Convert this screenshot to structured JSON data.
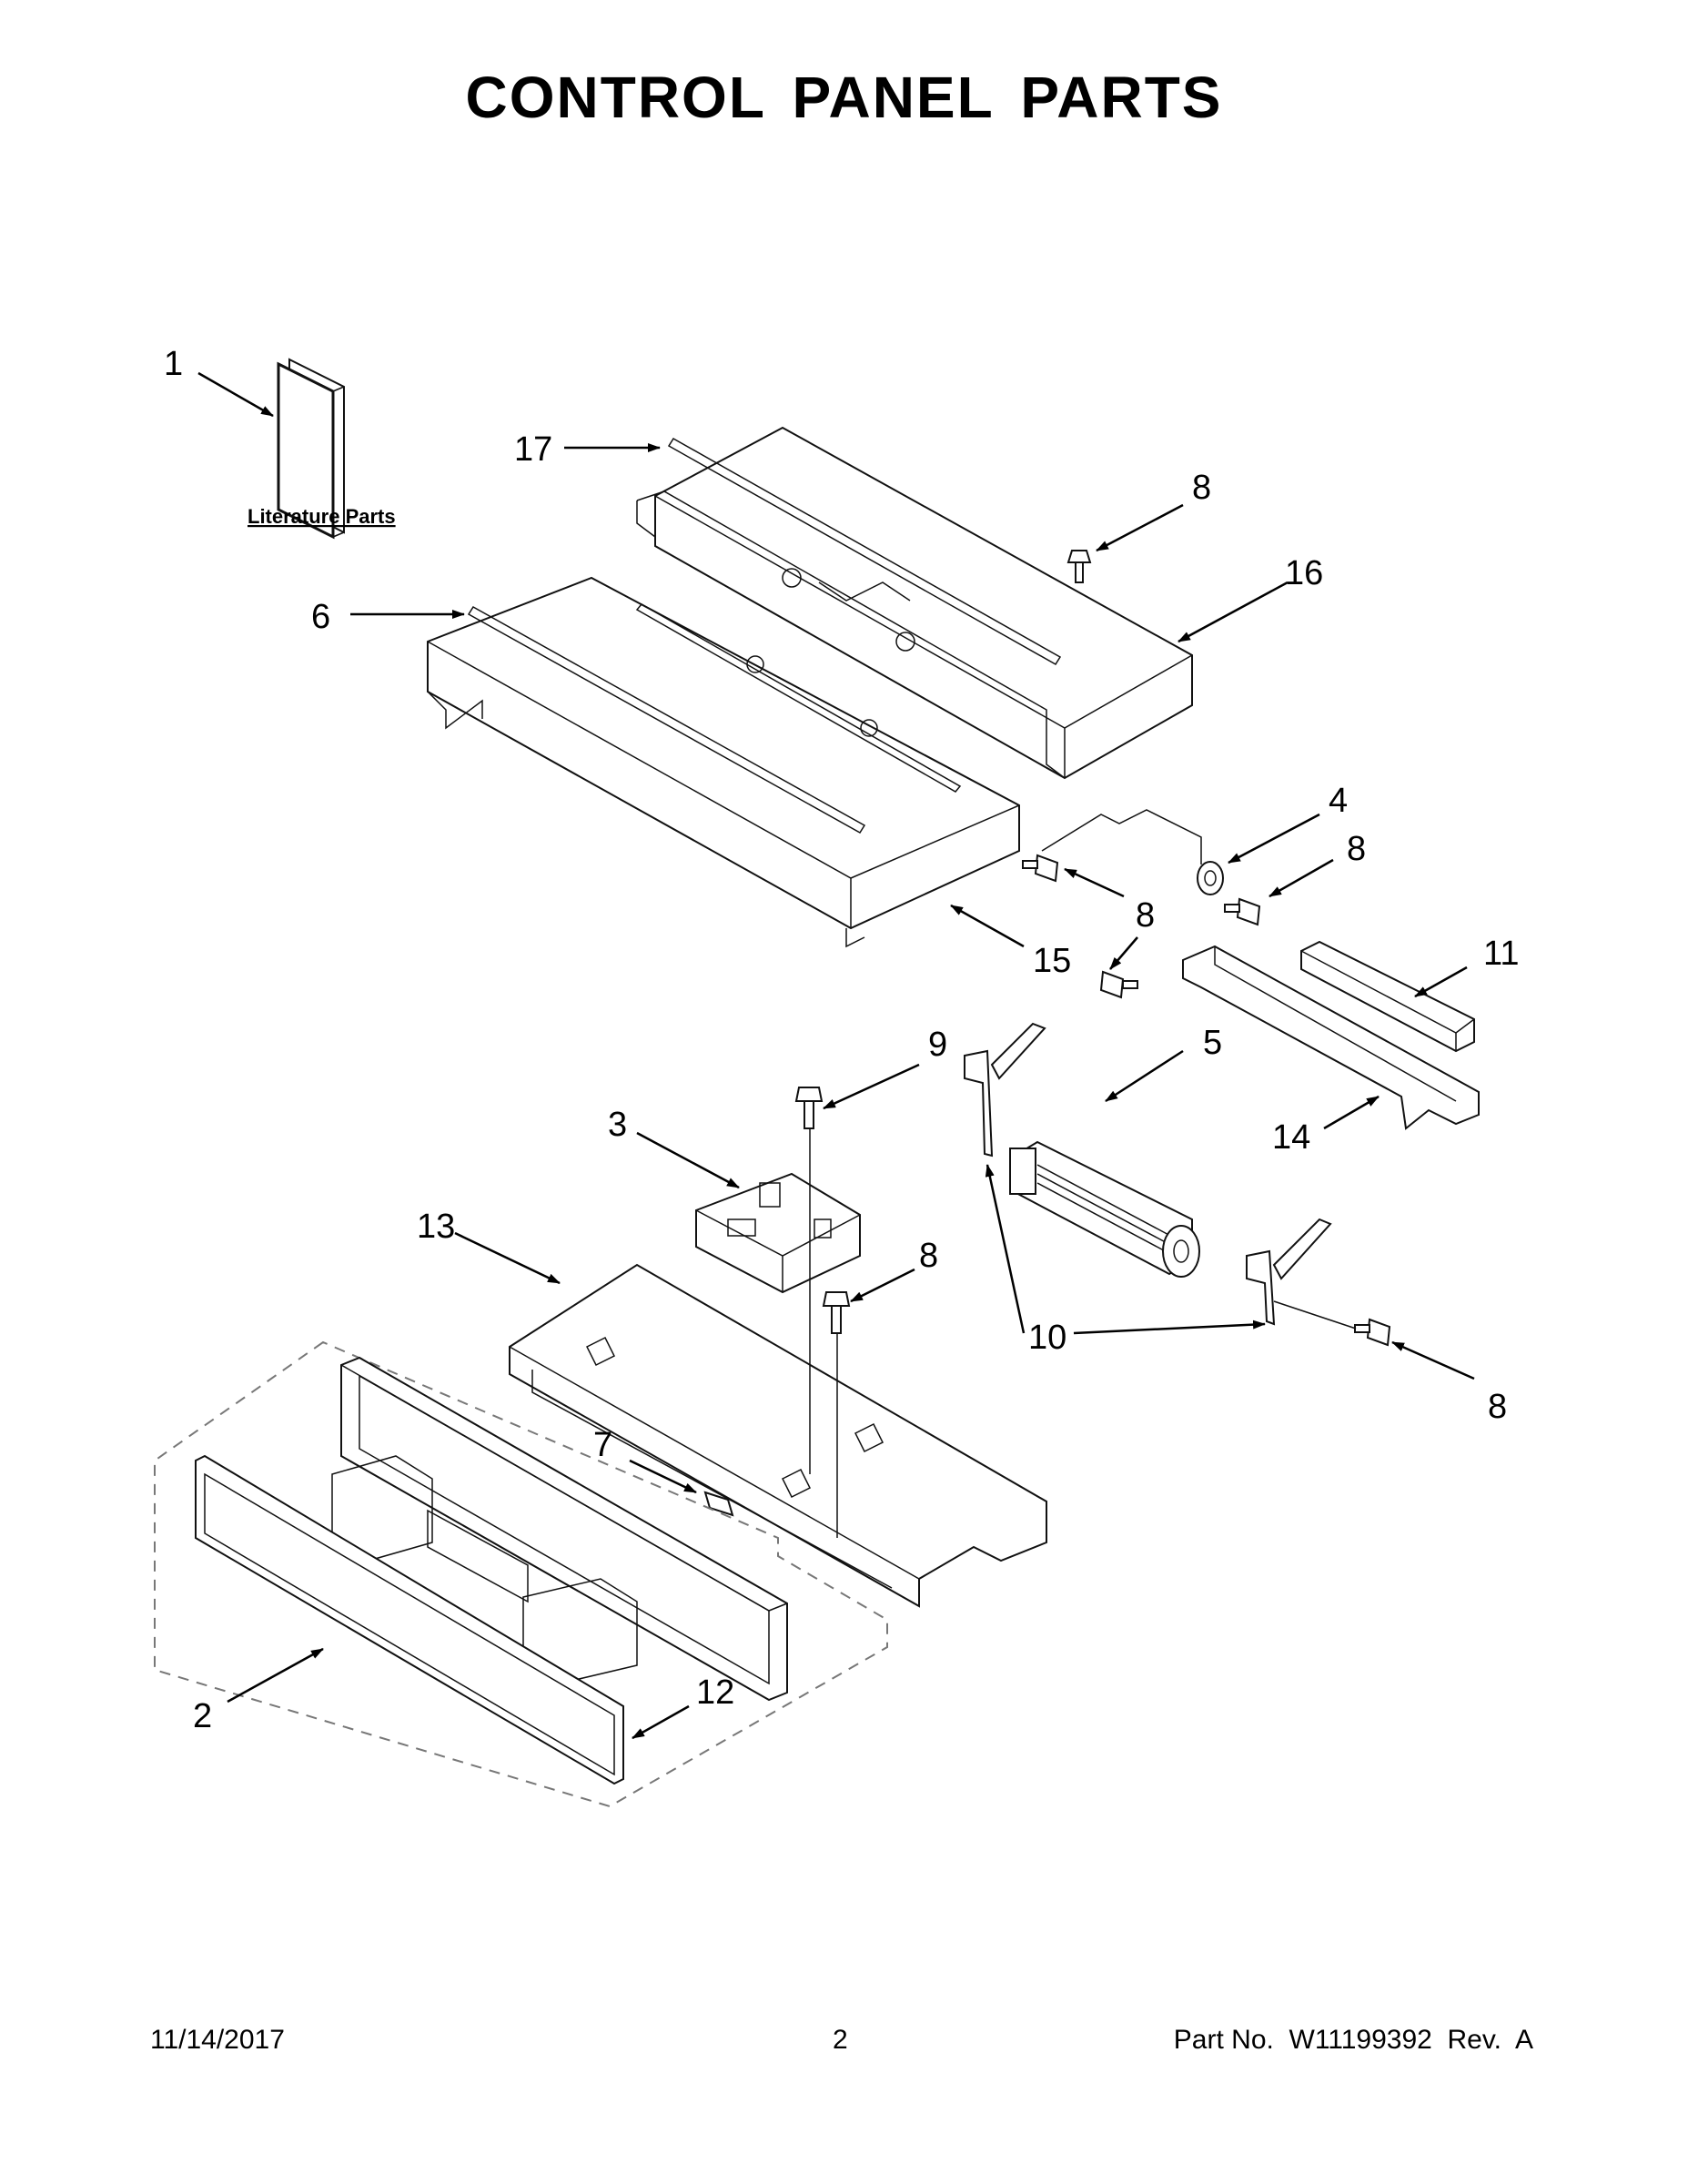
{
  "title": "CONTROL PANEL PARTS",
  "literature_label": "Literature Parts",
  "callouts": [
    {
      "id": "c1",
      "label": "1"
    },
    {
      "id": "c17",
      "label": "17"
    },
    {
      "id": "c8a",
      "label": "8"
    },
    {
      "id": "c16",
      "label": "16"
    },
    {
      "id": "c6",
      "label": "6"
    },
    {
      "id": "c4",
      "label": "4"
    },
    {
      "id": "c8b",
      "label": "8"
    },
    {
      "id": "c8c",
      "label": "8"
    },
    {
      "id": "c15",
      "label": "15"
    },
    {
      "id": "c11",
      "label": "11"
    },
    {
      "id": "c9",
      "label": "9"
    },
    {
      "id": "c5",
      "label": "5"
    },
    {
      "id": "c3",
      "label": "3"
    },
    {
      "id": "c14",
      "label": "14"
    },
    {
      "id": "c13",
      "label": "13"
    },
    {
      "id": "c8d",
      "label": "8"
    },
    {
      "id": "c10",
      "label": "10"
    },
    {
      "id": "c8e",
      "label": "8"
    },
    {
      "id": "c7",
      "label": "7"
    },
    {
      "id": "c12",
      "label": "12"
    },
    {
      "id": "c2",
      "label": "2"
    }
  ],
  "footer": {
    "date": "11/14/2017",
    "page": "2",
    "part_no": "Part No.  W11199392  Rev.  A"
  }
}
